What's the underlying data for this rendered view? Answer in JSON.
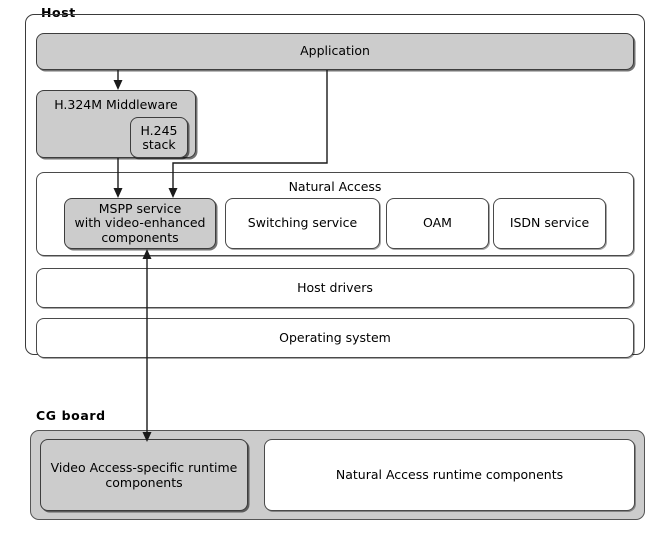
{
  "diagram": {
    "title_host": "Host",
    "title_board": "CG board",
    "colors": {
      "shaded_fill": "#cccccc",
      "plain_fill": "#ffffff",
      "stroke": "#4a4a4a",
      "wire": "#1a1a1a",
      "text": "#000000"
    }
  },
  "host": {
    "label": "Host",
    "application": {
      "label": "Application"
    },
    "middleware": {
      "label": "H.324M Middleware"
    },
    "h245": {
      "label_line1": "H.245",
      "label_line2": "stack"
    },
    "natural_access": {
      "label": "Natural Access",
      "services": [
        {
          "label_line1": "MSPP service",
          "label_line2": "with video-enhanced",
          "label_line3": "components",
          "shaded": true
        },
        {
          "label": "Switching service",
          "shaded": false
        },
        {
          "label": "OAM",
          "shaded": false
        },
        {
          "label": "ISDN service",
          "shaded": false
        }
      ]
    },
    "host_drivers": {
      "label": "Host drivers"
    },
    "operating_system": {
      "label": "Operating system"
    }
  },
  "cg_board": {
    "label": "CG board",
    "blocks": [
      {
        "label_line1": "Video Access-specific runtime",
        "label_line2": "components",
        "shaded": true
      },
      {
        "label": "Natural Access runtime components",
        "shaded": false
      }
    ]
  },
  "connectors": [
    {
      "name": "application-to-middleware",
      "from": "Application",
      "to": "H.324M Middleware",
      "direction": "down"
    },
    {
      "name": "application-to-mspp",
      "from": "Application",
      "to": "MSPP service",
      "direction": "down"
    },
    {
      "name": "middleware-to-mspp",
      "from": "H.324M Middleware",
      "to": "MSPP service",
      "direction": "down"
    },
    {
      "name": "mspp-to-video-access-runtime",
      "from": "MSPP service",
      "to": "Video Access-specific runtime components",
      "direction": "both"
    }
  ]
}
